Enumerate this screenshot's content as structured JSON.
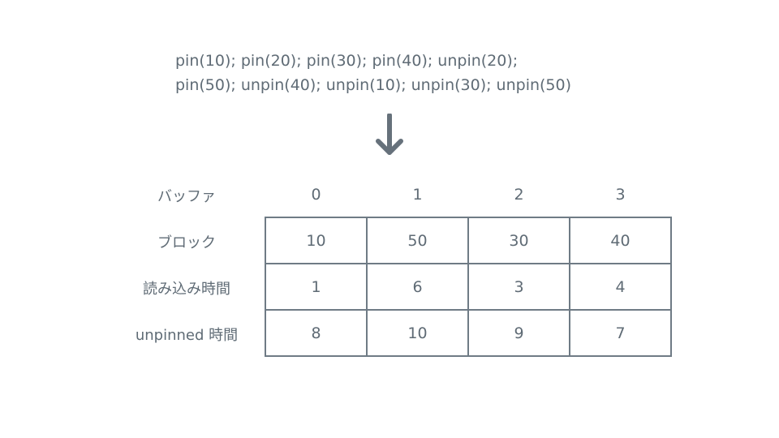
{
  "operations": {
    "line1": "pin(10); pin(20); pin(30); pin(40); unpin(20);",
    "line2": "pin(50); unpin(40); unpin(10); unpin(30); unpin(50)"
  },
  "arrow_icon": "down-arrow-icon",
  "table": {
    "header_label": "バッファ",
    "columns": [
      "0",
      "1",
      "2",
      "3"
    ],
    "rows": [
      {
        "label": "ブロック",
        "values": [
          "10",
          "50",
          "30",
          "40"
        ]
      },
      {
        "label": "読み込み時間",
        "values": [
          "1",
          "6",
          "3",
          "4"
        ]
      },
      {
        "label": "unpinned 時間",
        "values": [
          "8",
          "10",
          "9",
          "7"
        ]
      }
    ]
  },
  "colors": {
    "text": "#5f6b75",
    "border": "#6f7b85",
    "arrow": "#66717b"
  }
}
